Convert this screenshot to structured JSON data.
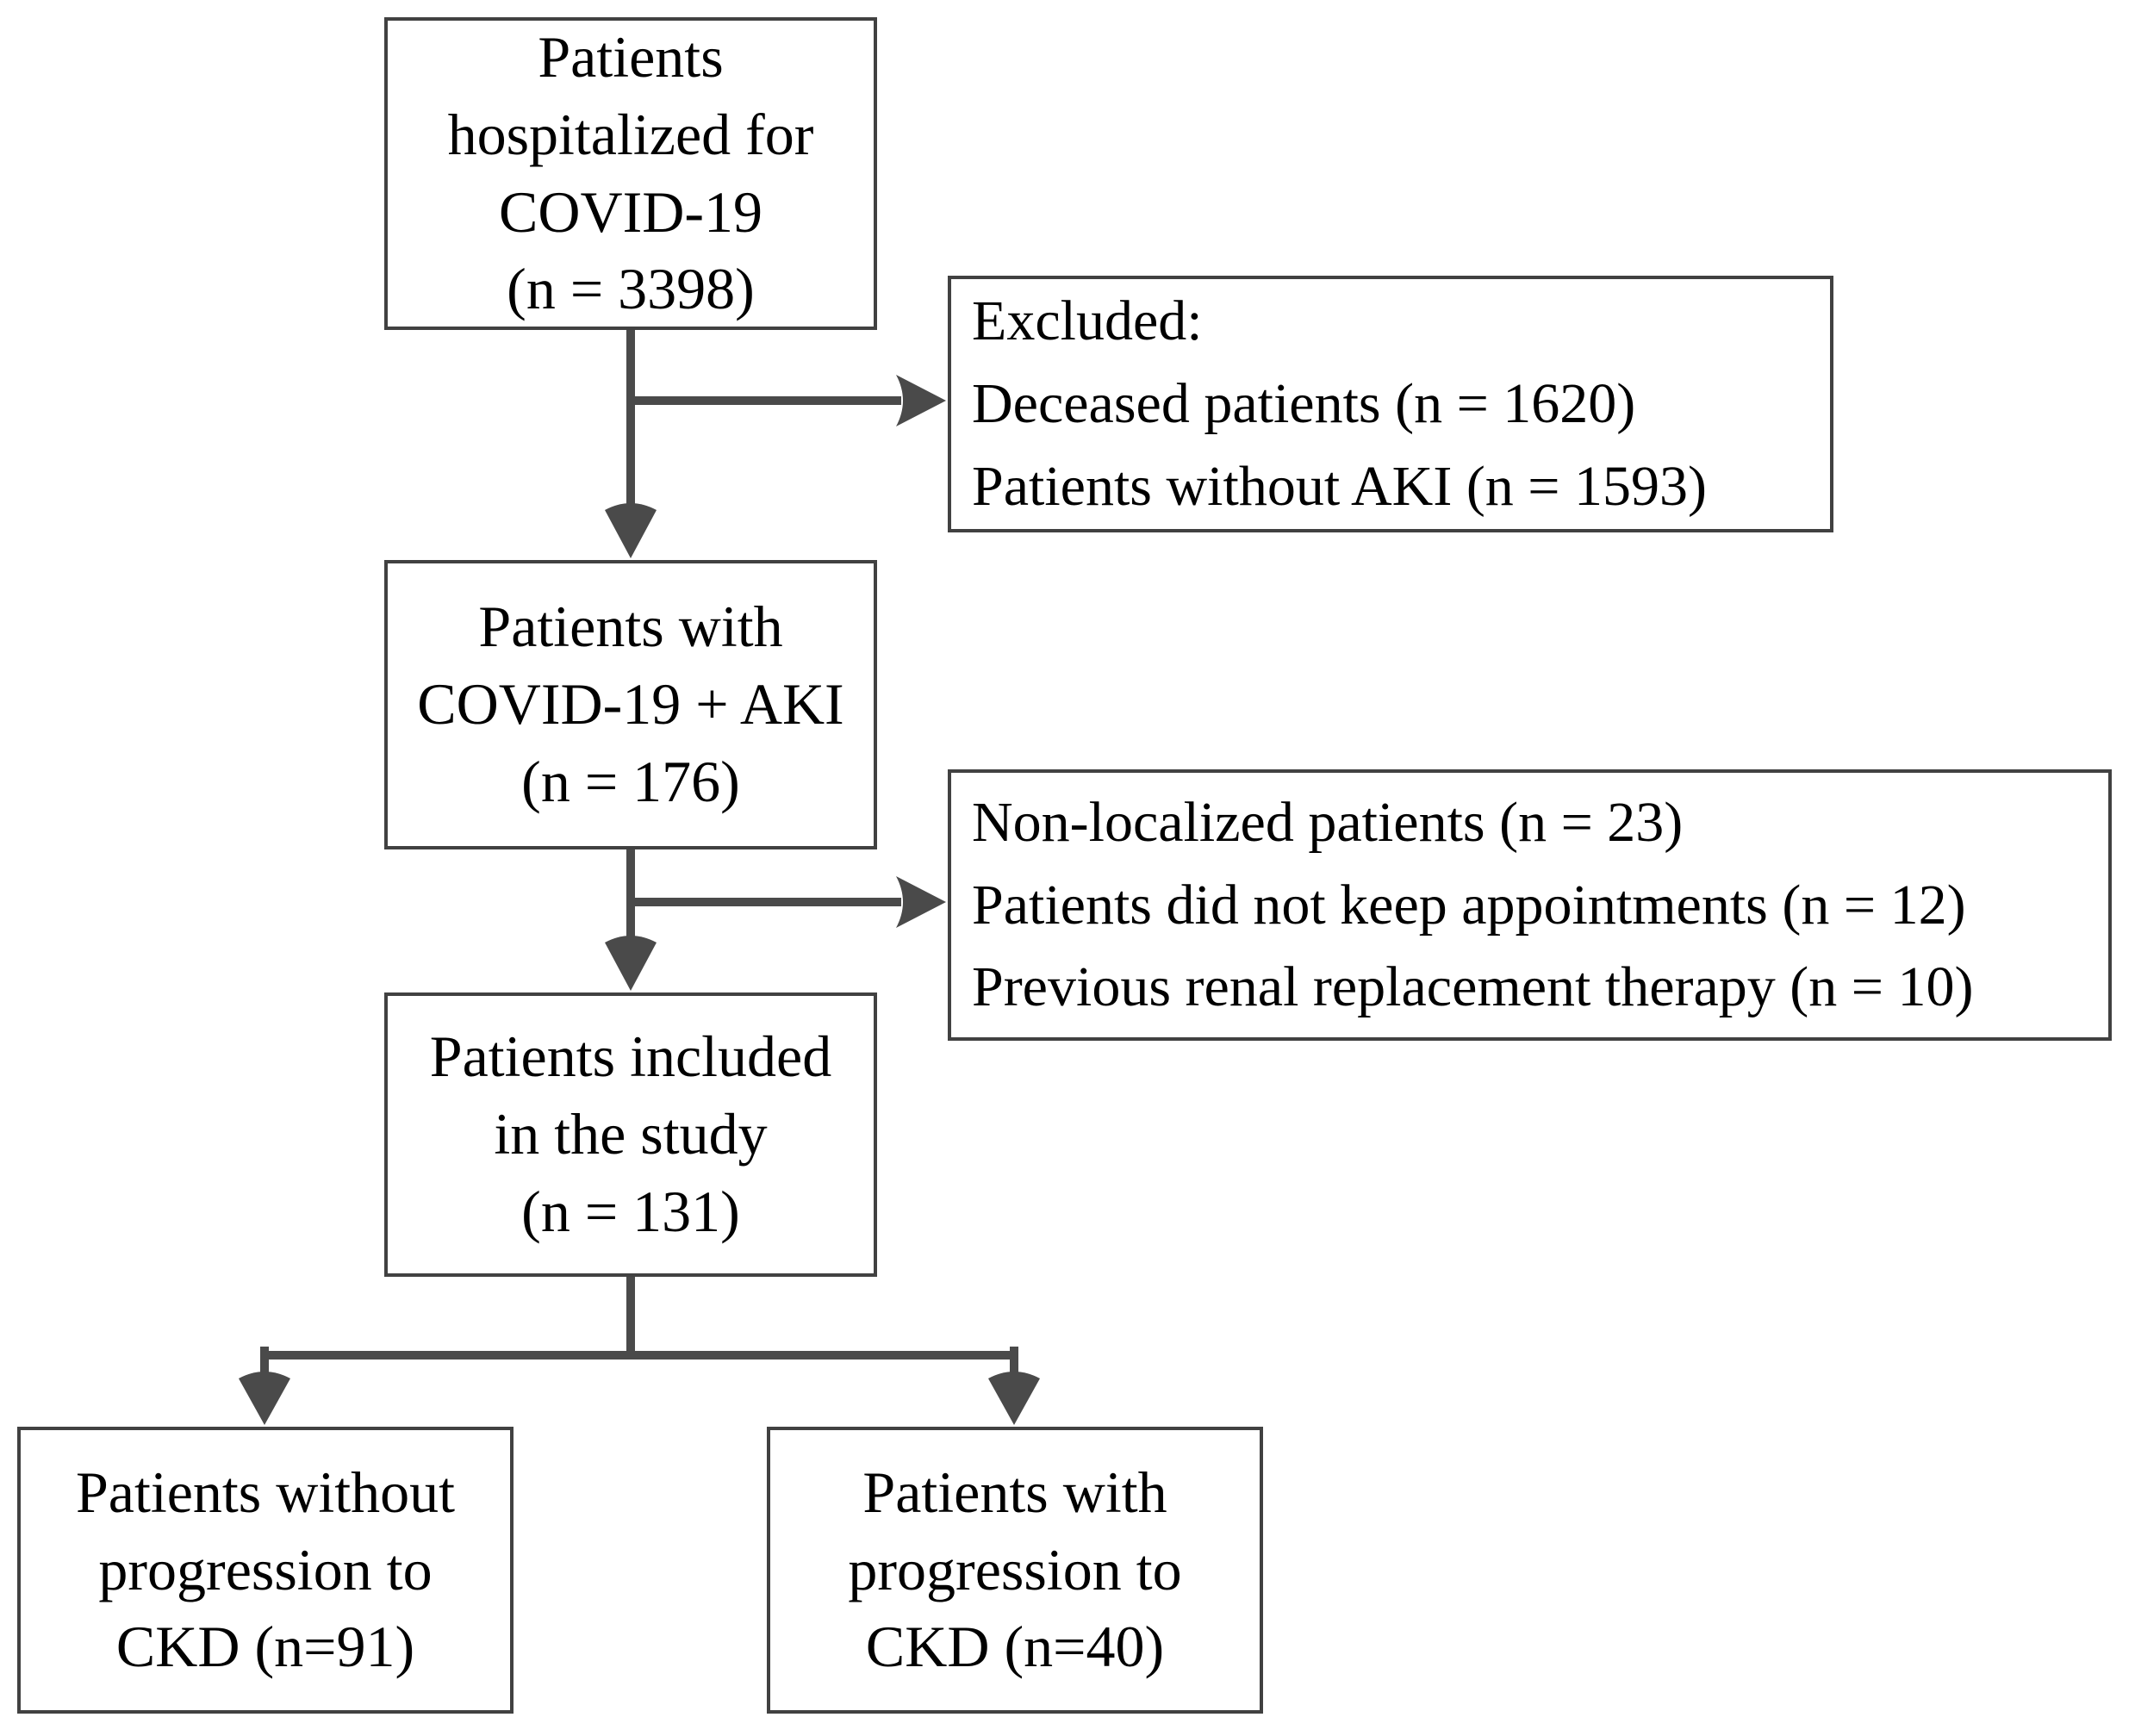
{
  "theme": {
    "bg": "#ffffff",
    "box-border": "#414141",
    "arrow": "#4a4a4a",
    "text": "#000000"
  },
  "flowchart": {
    "top_box": {
      "lines": [
        "Patients",
        "hospitalized for",
        "COVID-19",
        "(n = 3398)"
      ]
    },
    "excluded_box_1": {
      "lines": [
        "Excluded:",
        "Deceased patients (n = 1620)",
        "Patients without AKI (n = 1593)"
      ]
    },
    "aki_box": {
      "lines": [
        "Patients with",
        "COVID-19 + AKI",
        "(n = 176)"
      ]
    },
    "excluded_box_2": {
      "lines": [
        "Non-localized patients (n = 23)",
        "Patients did not keep appointments (n = 12)",
        "Previous renal replacement therapy (n = 10)"
      ]
    },
    "included_box": {
      "lines": [
        "Patients included",
        "in the study",
        "(n = 131)"
      ]
    },
    "no_ckd_box": {
      "lines": [
        "Patients without",
        "progression to",
        "CKD (n=91)"
      ]
    },
    "ckd_box": {
      "lines": [
        "Patients with",
        "progression to",
        "CKD (n=40)"
      ]
    }
  }
}
